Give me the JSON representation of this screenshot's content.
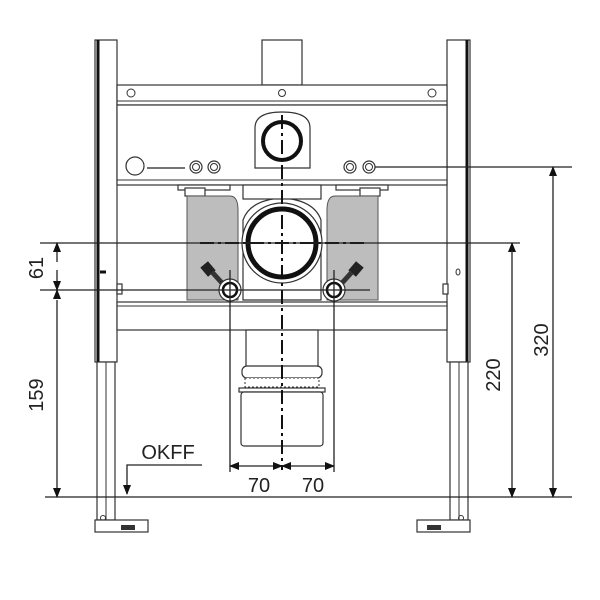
{
  "title": "Installation frame dimension drawing",
  "dimensions": {
    "valve_offset": "61",
    "valve_height": "159",
    "drain_height": "220",
    "flush_height": "320",
    "left_spacing": "70",
    "right_spacing": "70"
  },
  "floor_label": "OKFF",
  "colors": {
    "line": "#222222",
    "fill_gray": "#bdbdbd"
  }
}
